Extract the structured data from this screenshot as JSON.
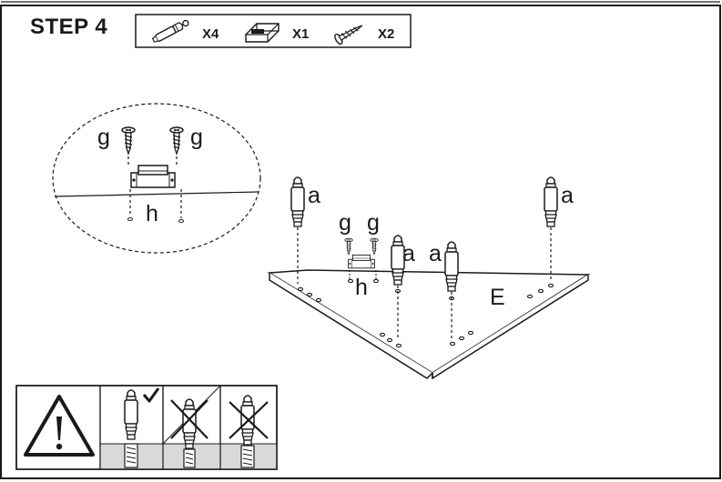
{
  "step_title": "STEP 4",
  "parts": [
    {
      "icon": "dowel-pin-icon",
      "qty": "X4"
    },
    {
      "icon": "magnetic-catch-icon",
      "qty": "X1"
    },
    {
      "icon": "screw-icon",
      "qty": "X2"
    }
  ],
  "labels": {
    "dowel": "a",
    "screw": "g",
    "catch": "h",
    "panel": "E"
  },
  "warning": {
    "icon": "warning-triangle-icon",
    "correct_icon": "checkmark-icon",
    "wrong_icon": "cross-icon"
  },
  "colors": {
    "stroke": "#1a1a1a",
    "shade": "#d9d9d9"
  }
}
